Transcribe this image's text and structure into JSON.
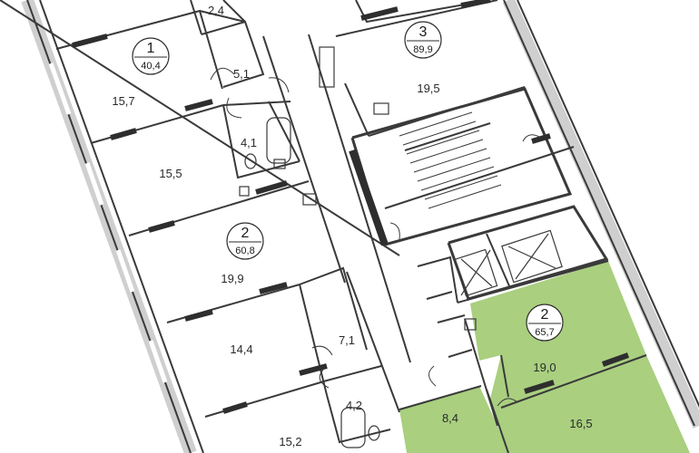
{
  "highlight_color": "#a9cf7f",
  "wall_color": "#3a3a3a",
  "window_color": "#2e2e2e",
  "apartments": [
    {
      "id": "apt-1",
      "number": "1",
      "area": "40,4",
      "highlighted": false
    },
    {
      "id": "apt-3",
      "number": "3",
      "area": "89,9",
      "highlighted": false
    },
    {
      "id": "apt-2a",
      "number": "2",
      "area": "60,8",
      "highlighted": false
    },
    {
      "id": "apt-2b",
      "number": "2",
      "area": "65,7",
      "highlighted": true
    }
  ],
  "rooms": [
    {
      "label": "2,4"
    },
    {
      "label": "5,1"
    },
    {
      "label": "15,7"
    },
    {
      "label": "4,1"
    },
    {
      "label": "15,5"
    },
    {
      "label": "19,5"
    },
    {
      "label": "19,9"
    },
    {
      "label": "14,4"
    },
    {
      "label": "7,1"
    },
    {
      "label": "4,2"
    },
    {
      "label": "15,2"
    },
    {
      "label": "8,4"
    },
    {
      "label": "19,0"
    },
    {
      "label": "16,5"
    }
  ]
}
